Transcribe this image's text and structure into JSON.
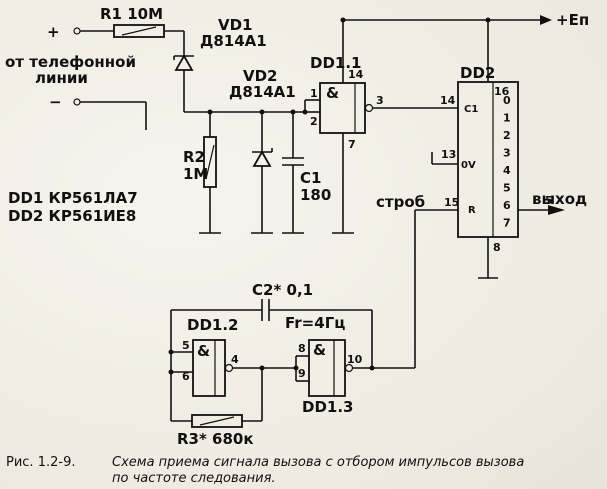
{
  "supply": {
    "label": "+Eп"
  },
  "input": {
    "terminal_plus": "+",
    "terminal_minus": "−",
    "label_line1": "от телефонной",
    "label_line2": "линии"
  },
  "components": {
    "r1": "R1  10М",
    "vd1_ref": "VD1",
    "vd1_type": "Д814А1",
    "vd2_ref": "VD2",
    "vd2_type": "Д814А1",
    "r2_ref": "R2",
    "r2_value": "1М",
    "c1_ref": "C1",
    "c1_value": "180",
    "c2": "C2*  0,1",
    "r3": "R3*  680к",
    "freq": "Fr=4Гц"
  },
  "chips": {
    "dd1_1": "DD1.1",
    "dd1_2": "DD1.2",
    "dd1_3": "DD1.3",
    "dd2": "DD2",
    "gate_symbol": "&",
    "counter_c1": "C1",
    "counter_r": "R",
    "counter_outputs": [
      "0",
      "1",
      "2",
      "3",
      "4",
      "5",
      "6",
      "7"
    ],
    "ov": "0V"
  },
  "pins": {
    "dd11_in1": "1",
    "dd11_in2": "2",
    "dd11_out": "3",
    "dd11_vcc": "14",
    "dd11_gnd": "7",
    "dd2_vcc": "16",
    "dd2_c1": "14",
    "dd2_13": "13",
    "dd2_r": "15",
    "dd2_gnd": "8",
    "dd2_out6": "5",
    "dd12_in1": "5",
    "dd12_in2": "6",
    "dd12_out": "4",
    "dd13_in1": "8",
    "dd13_in2": "9",
    "dd13_out": "10"
  },
  "signals": {
    "strobe": "строб",
    "output": "выход"
  },
  "parts_list": {
    "line1": "DD1  КР561ЛА7",
    "line2": "DD2  КР561ИЕ8"
  },
  "caption": {
    "number": "Рис. 1.2-9.",
    "line1": "Схема приема сигнала вызова с отбором импульсов вызова",
    "line2": "по частоте следования."
  }
}
